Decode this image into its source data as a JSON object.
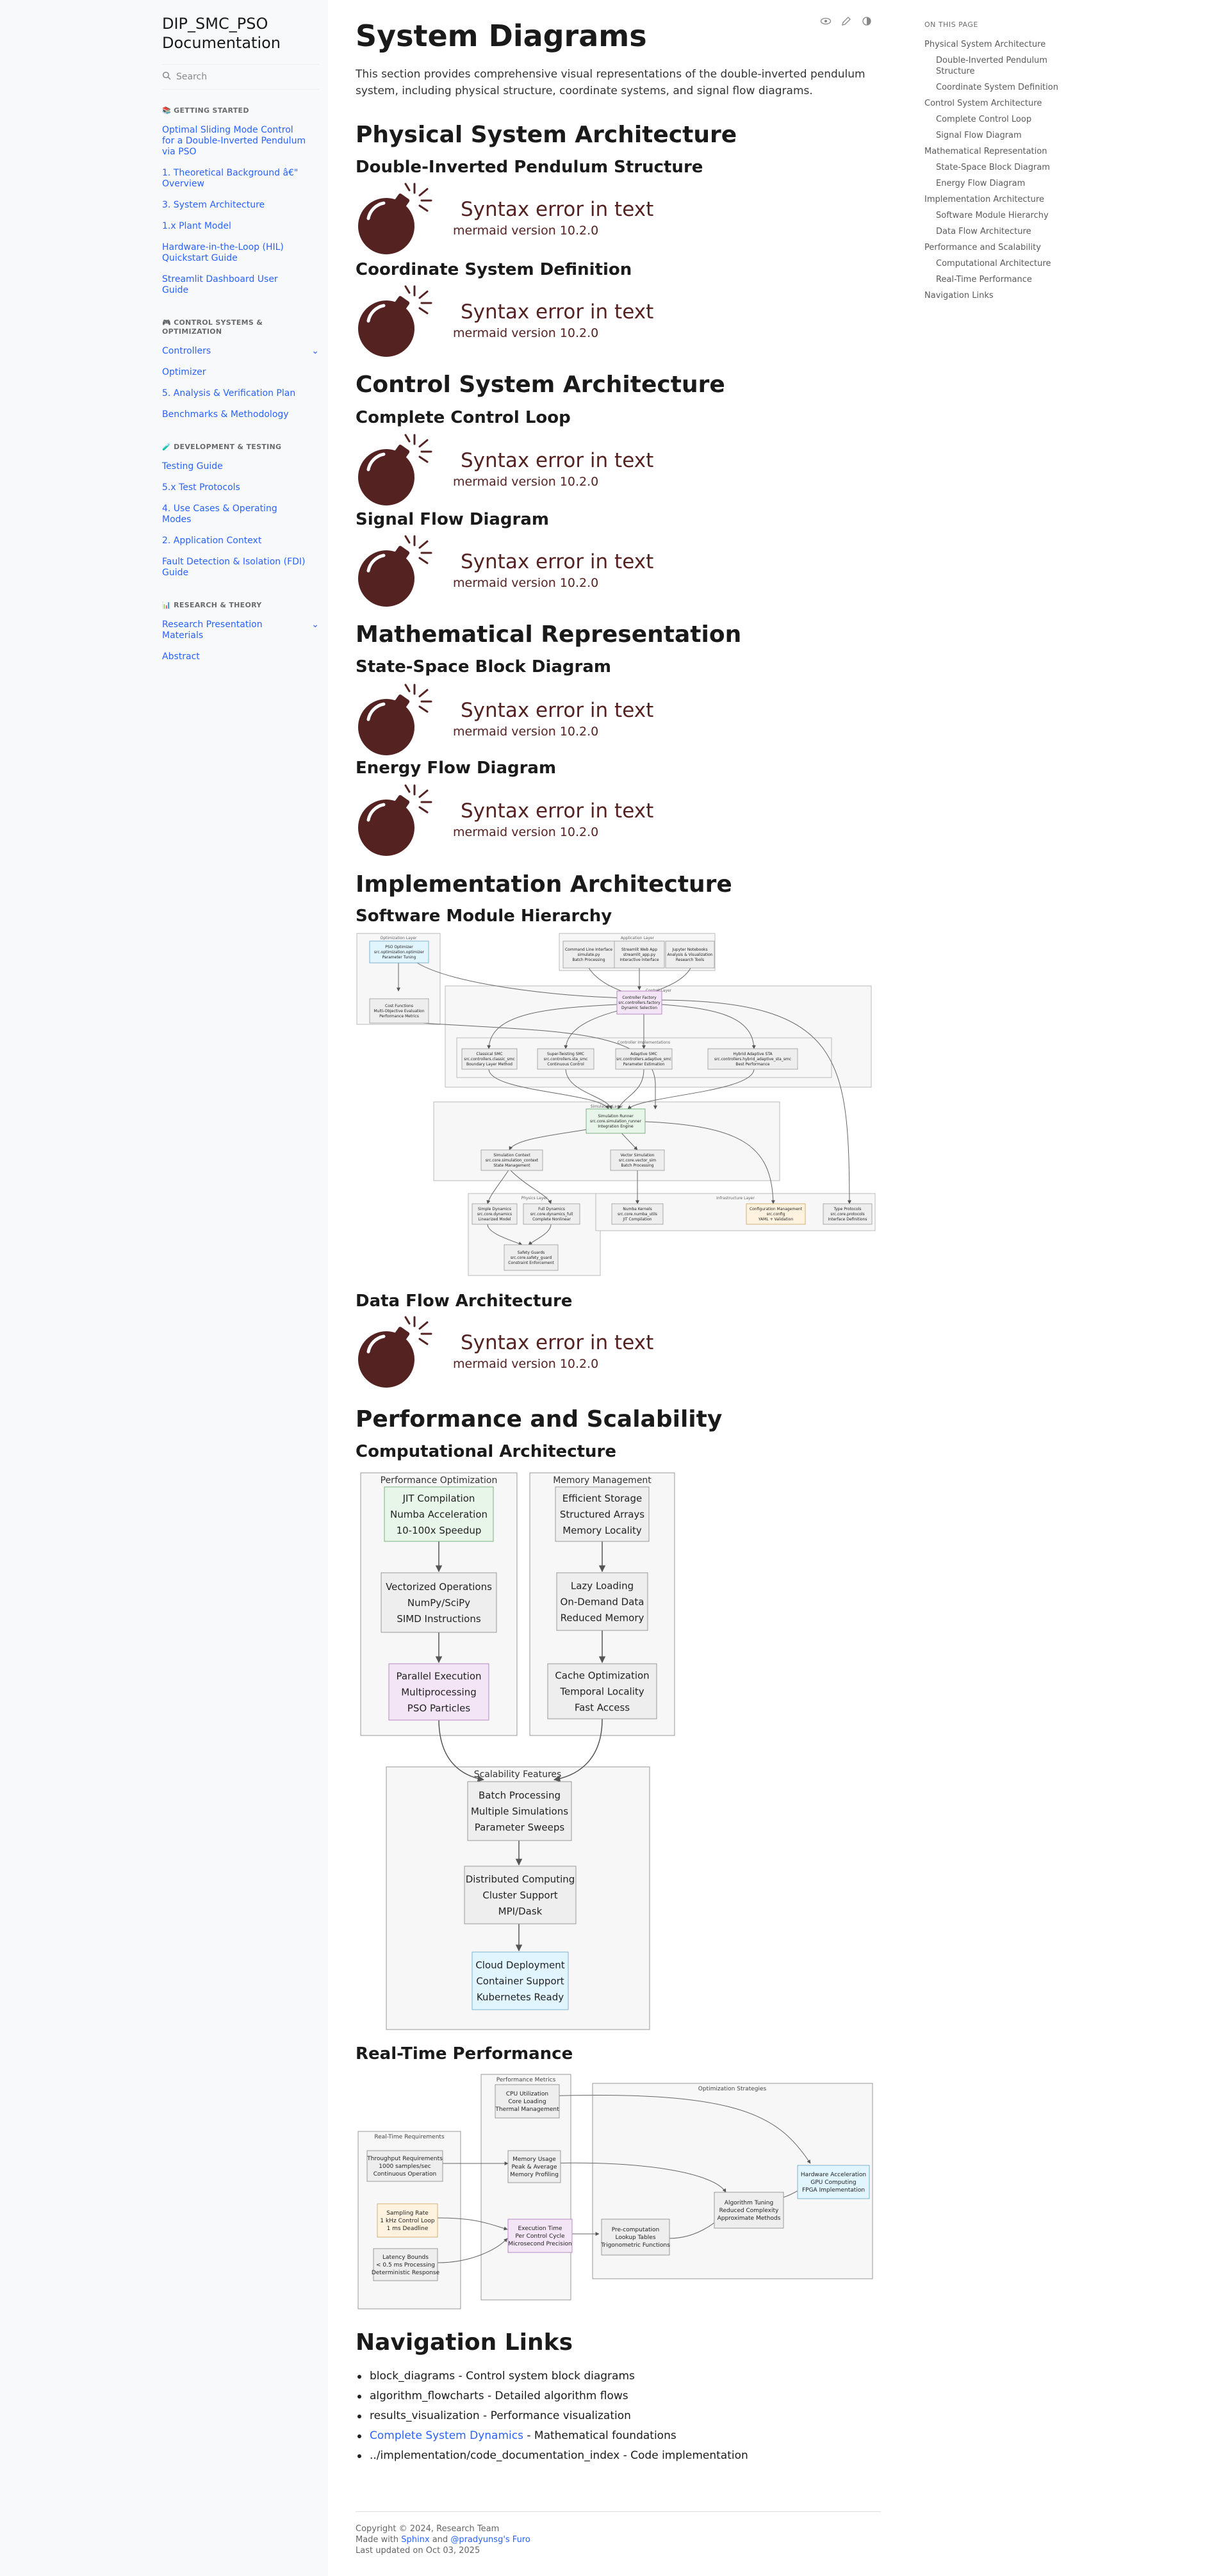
{
  "sidebar": {
    "brand": "DIP_SMC_PSO Documentation",
    "search_placeholder": "Search",
    "sections": [
      {
        "caption": "📚 GETTING STARTED",
        "items": [
          {
            "label": "Optimal Sliding Mode Control for a Double-Inverted Pendulum via PSO",
            "expandable": false
          },
          {
            "label": "1. Theoretical Background â€\" Overview",
            "expandable": false
          },
          {
            "label": "3. System Architecture",
            "expandable": false
          },
          {
            "label": "1.x Plant Model",
            "expandable": false
          },
          {
            "label": "Hardware-in-the-Loop (HIL) Quickstart Guide",
            "expandable": false
          },
          {
            "label": "Streamlit Dashboard User Guide",
            "expandable": false
          }
        ]
      },
      {
        "caption": "🎮 CONTROL SYSTEMS & OPTIMIZATION",
        "items": [
          {
            "label": "Controllers",
            "expandable": true
          },
          {
            "label": "Optimizer",
            "expandable": false
          },
          {
            "label": "5. Analysis & Verification Plan",
            "expandable": false
          },
          {
            "label": "Benchmarks & Methodology",
            "expandable": false
          }
        ]
      },
      {
        "caption": "🧪 DEVELOPMENT & TESTING",
        "items": [
          {
            "label": "Testing Guide",
            "expandable": false
          },
          {
            "label": "5.x Test Protocols",
            "expandable": false
          },
          {
            "label": "4. Use Cases & Operating Modes",
            "expandable": false
          },
          {
            "label": "2. Application Context",
            "expandable": false
          },
          {
            "label": "Fault Detection & Isolation (FDI) Guide",
            "expandable": false
          }
        ]
      },
      {
        "caption": "📊 RESEARCH & THEORY",
        "items": [
          {
            "label": "Research Presentation Materials",
            "expandable": true
          },
          {
            "label": "Abstract",
            "expandable": false
          }
        ]
      }
    ]
  },
  "toolbar": {
    "icons": [
      "view-source-icon",
      "edit-icon",
      "theme-toggle-icon"
    ]
  },
  "main": {
    "title": "System Diagrams",
    "lead": "This section provides comprehensive visual representations of the double-inverted pendulum system, including physical structure, coordinate systems, and signal flow diagrams.",
    "h2": {
      "physical": "Physical System Architecture",
      "control": "Control System Architecture",
      "math": "Mathematical Representation",
      "impl": "Implementation Architecture",
      "perf": "Performance and Scalability",
      "nav": "Navigation Links"
    },
    "h3": {
      "dip_structure": "Double-Inverted Pendulum Structure",
      "coords": "Coordinate System Definition",
      "control_loop": "Complete Control Loop",
      "signal_flow": "Signal Flow Diagram",
      "state_space": "State-Space Block Diagram",
      "energy_flow": "Energy Flow Diagram",
      "software_hierarchy": "Software Module Hierarchy",
      "data_flow": "Data Flow Architecture",
      "computational": "Computational Architecture",
      "realtime": "Real-Time Performance"
    },
    "mermaid_error": {
      "line1": "Syntax error in text",
      "line2": "mermaid version 10.2.0"
    },
    "nav_links": [
      {
        "text": "block_diagrams - Control system block diagrams",
        "link": ""
      },
      {
        "text": "algorithm_flowcharts - Detailed algorithm flows",
        "link": ""
      },
      {
        "text": "results_visualization - Performance visualization",
        "link": ""
      },
      {
        "text": " - Mathematical foundations",
        "link": "Complete System Dynamics"
      },
      {
        "text": "../implementation/code_documentation_index - Code implementation",
        "link": ""
      }
    ],
    "footer": {
      "copyright": "Copyright © 2024, Research Team",
      "made_prefix": "Made with ",
      "sphinx": "Sphinx",
      "and": " and ",
      "furo": "@pradyunsg's Furo",
      "updated": "Last updated on Oct 03, 2025"
    }
  },
  "toc": {
    "caption": "ON THIS PAGE",
    "items": [
      {
        "label": "Physical System Architecture",
        "level": 1
      },
      {
        "label": "Double-Inverted Pendulum Structure",
        "level": 2
      },
      {
        "label": "Coordinate System Definition",
        "level": 2
      },
      {
        "label": "Control System Architecture",
        "level": 1
      },
      {
        "label": "Complete Control Loop",
        "level": 2
      },
      {
        "label": "Signal Flow Diagram",
        "level": 2
      },
      {
        "label": "Mathematical Representation",
        "level": 1
      },
      {
        "label": "State-Space Block Diagram",
        "level": 2
      },
      {
        "label": "Energy Flow Diagram",
        "level": 2
      },
      {
        "label": "Implementation Architecture",
        "level": 1
      },
      {
        "label": "Software Module Hierarchy",
        "level": 2
      },
      {
        "label": "Data Flow Architecture",
        "level": 2
      },
      {
        "label": "Performance and Scalability",
        "level": 1
      },
      {
        "label": "Computational Architecture",
        "level": 2
      },
      {
        "label": "Real-Time Performance",
        "level": 2
      },
      {
        "label": "Navigation Links",
        "level": 1
      }
    ]
  },
  "software_diagram": {
    "groups": [
      "Optimization Layer",
      "Application Layer",
      "Control Layer",
      "Controller Implementations",
      "Simulation Layer",
      "Physics Layer",
      "Infrastructure Layer"
    ],
    "nodes": {
      "pso": [
        "PSO Optimizer",
        "src.optimization.optimizer",
        "Parameter Tuning"
      ],
      "cost": [
        "Cost Functions",
        "Multi-Objective Evaluation",
        "Performance Metrics"
      ],
      "cli": [
        "Command Line Interface",
        "simulate.py",
        "Batch Processing"
      ],
      "web": [
        "Streamlit Web App",
        "streamlit_app.py",
        "Interactive Interface"
      ],
      "jup": [
        "Jupyter Notebooks",
        "Analysis & Visualization",
        "Research Tools"
      ],
      "factory": [
        "Controller Factory",
        "src.controllers.factory",
        "Dynamic Selection"
      ],
      "classical": [
        "Classical SMC",
        "src.controllers.classic_smc",
        "Boundary Layer Method"
      ],
      "super": [
        "Super-Twisting SMC",
        "src.controllers.sta_smc",
        "Continuous Control"
      ],
      "adaptive": [
        "Adaptive SMC",
        "src.controllers.adaptive_smc",
        "Parameter Estimation"
      ],
      "hybrid": [
        "Hybrid Adaptive STA",
        "src.controllers.hybrid_adaptive_sta_smc",
        "Best Performance"
      ],
      "runner": [
        "Simulation Runner",
        "src.core.simulation_runner",
        "Integration Engine"
      ],
      "sim_ctx": [
        "Simulation Context",
        "src.core.simulation_context",
        "State Management"
      ],
      "vector": [
        "Vector Simulation",
        "src.core.vector_sim",
        "Batch Processing"
      ],
      "simple": [
        "Simple Dynamics",
        "src.core.dynamics",
        "Linearized Model"
      ],
      "full": [
        "Full Dynamics",
        "src.core.dynamics_full",
        "Complete Nonlinear"
      ],
      "safety": [
        "Safety Guards",
        "src.core.safety_guard",
        "Constraint Enforcement"
      ],
      "numba": [
        "Numba Kernels",
        "src.core.numba_utils",
        "JIT Compilation"
      ],
      "config": [
        "Configuration Management",
        "src.config",
        "YAML + Validation"
      ],
      "protocols": [
        "Type Protocols",
        "src.core.protocols",
        "Interface Definitions"
      ]
    }
  },
  "computational_diagram": {
    "groups": [
      "Performance Optimization",
      "Memory Management",
      "Scalability Features"
    ],
    "nodes": {
      "jit": [
        "JIT Compilation",
        "Numba Acceleration",
        "10-100x Speedup"
      ],
      "vec": [
        "Vectorized Operations",
        "NumPy/SciPy",
        "SIMD Instructions"
      ],
      "par": [
        "Parallel Execution",
        "Multiprocessing",
        "PSO Particles"
      ],
      "store": [
        "Efficient Storage",
        "Structured Arrays",
        "Memory Locality"
      ],
      "lazy": [
        "Lazy Loading",
        "On-Demand Data",
        "Reduced Memory"
      ],
      "cache": [
        "Cache Optimization",
        "Temporal Locality",
        "Fast Access"
      ],
      "batch": [
        "Batch Processing",
        "Multiple Simulations",
        "Parameter Sweeps"
      ],
      "dist": [
        "Distributed Computing",
        "Cluster Support",
        "MPI/Dask"
      ],
      "cloud": [
        "Cloud Deployment",
        "Container Support",
        "Kubernetes Ready"
      ]
    },
    "colors": {
      "green": "#e8f5e9",
      "purple": "#f3e5f5",
      "blue": "#e1f5fe",
      "gray": "#eeeeee"
    }
  },
  "realtime_diagram": {
    "groups": [
      "Real-Time Requirements",
      "Performance Metrics",
      "Optimization Strategies"
    ],
    "nodes": {
      "throughput": [
        "Throughput Requirements",
        "1000 samples/sec",
        "Continuous Operation"
      ],
      "sampling": [
        "Sampling Rate",
        "1 kHz Control Loop",
        "1 ms Deadline"
      ],
      "latency": [
        "Latency Bounds",
        "< 0.5 ms Processing",
        "Deterministic Response"
      ],
      "cpu": [
        "CPU Utilization",
        "Core Loading",
        "Thermal Management"
      ],
      "memory": [
        "Memory Usage",
        "Peak & Average",
        "Memory Profiling"
      ],
      "exec": [
        "Execution Time",
        "Per Control Cycle",
        "Microsecond Precision"
      ],
      "precomp": [
        "Pre-computation",
        "Lookup Tables",
        "Trigonometric Functions"
      ],
      "algo": [
        "Algorithm Tuning",
        "Reduced Complexity",
        "Approximate Methods"
      ],
      "hw": [
        "Hardware Acceleration",
        "GPU Computing",
        "FPGA Implementation"
      ]
    }
  }
}
